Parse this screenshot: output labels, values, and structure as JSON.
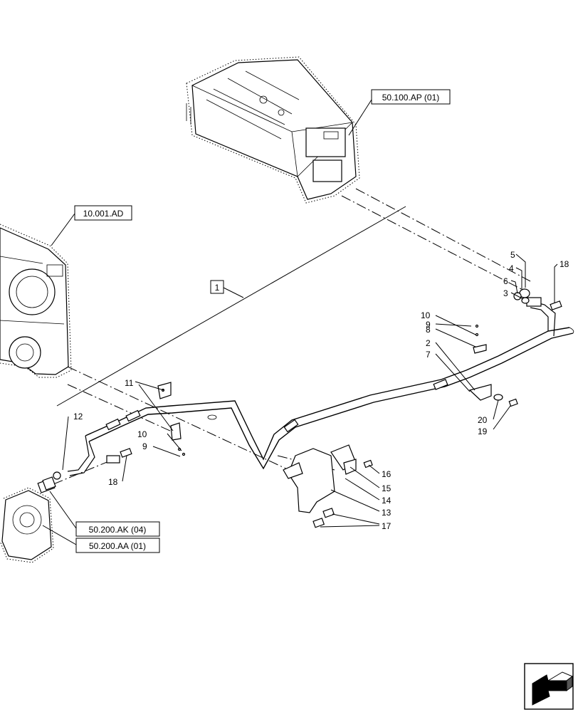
{
  "references": {
    "battery": "50.100.AP (01)",
    "transmission": "10.001.AD",
    "compressor_ak": "50.200.AK (04)",
    "compressor_aa": "50.200.AA (01)"
  },
  "assembly_label": "1",
  "callouts": {
    "c2": "2",
    "c3": "3",
    "c4": "4",
    "c5": "5",
    "c6": "6",
    "c7": "7",
    "c8": "8",
    "c9a": "9",
    "c9b": "9",
    "c10a": "10",
    "c10b": "10",
    "c11": "11",
    "c12": "12",
    "c13": "13",
    "c14": "14",
    "c15": "15",
    "c16": "16",
    "c17": "17",
    "c18a": "18",
    "c18b": "18",
    "c19": "19",
    "c20": "20"
  },
  "nav_icon": "arrow-return-icon"
}
